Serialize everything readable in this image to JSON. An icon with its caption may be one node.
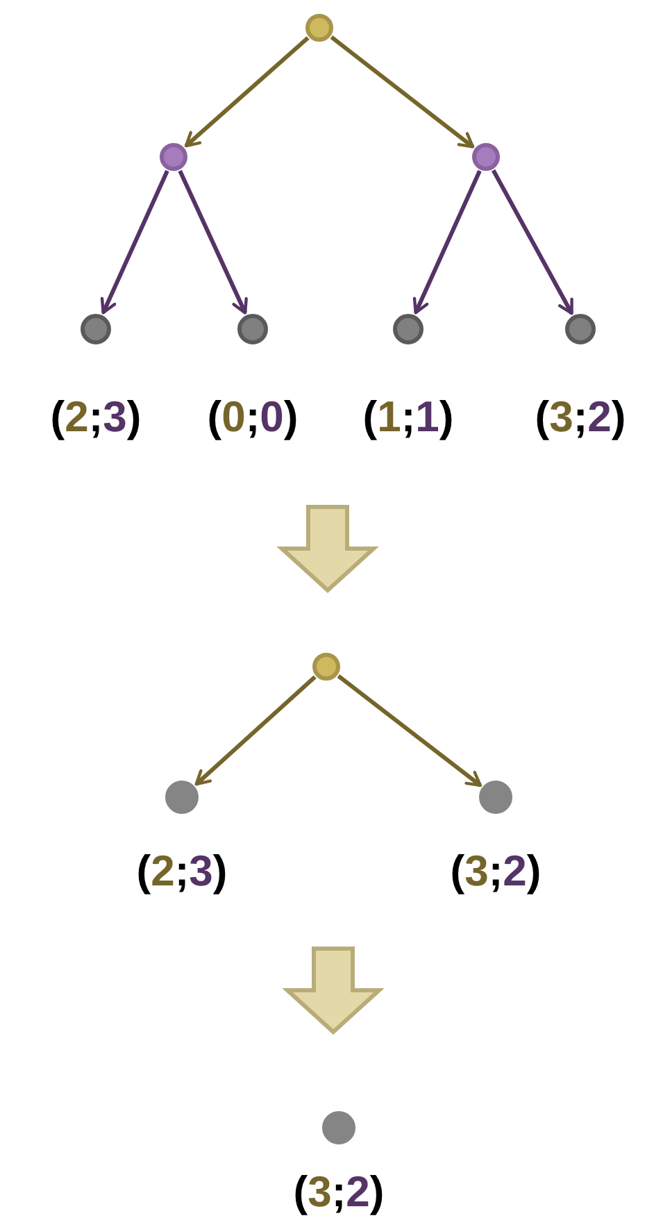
{
  "diagram": {
    "nodes": [
      {
        "text": [],
        "shape": "circle"
      },
      {
        "text": [],
        "shape": "circle"
      },
      {
        "text": [],
        "shape": "circle"
      },
      {
        "text": [],
        "shape": "circle",
        "beside": [
          "(2;3)"
        ]
      },
      {
        "text": [],
        "shape": "circle",
        "beside": [
          "(0;0)"
        ]
      },
      {
        "text": [],
        "shape": "circle",
        "beside": [
          "(1;1)"
        ]
      },
      {
        "text": [],
        "shape": "circle",
        "beside": [
          "(3;2)"
        ]
      },
      {
        "text": [],
        "shape": "circle"
      },
      {
        "text": [],
        "shape": "circle",
        "beside": [
          "(2;3)"
        ]
      },
      {
        "text": [],
        "shape": "circle",
        "beside": [
          "(3;2)"
        ]
      },
      {
        "text": [],
        "shape": "circle",
        "beside": [
          "(3;2)"
        ]
      }
    ],
    "edges": [
      {
        "from": 0,
        "to": 1,
        "arrow": "to",
        "color": "#75652a"
      },
      {
        "from": 0,
        "to": 2,
        "arrow": "to",
        "color": "#75652a"
      },
      {
        "from": 1,
        "to": 3,
        "arrow": "to",
        "color": "#553366"
      },
      {
        "from": 1,
        "to": 4,
        "arrow": "to",
        "color": "#553366"
      },
      {
        "from": 2,
        "to": 5,
        "arrow": "to",
        "color": "#553366"
      },
      {
        "from": 2,
        "to": 6,
        "arrow": "to",
        "color": "#553366"
      },
      {
        "from": 7,
        "to": 8,
        "arrow": "to",
        "color": "#75652a"
      },
      {
        "from": 7,
        "to": 9,
        "arrow": "to",
        "color": "#75652a"
      }
    ]
  }
}
